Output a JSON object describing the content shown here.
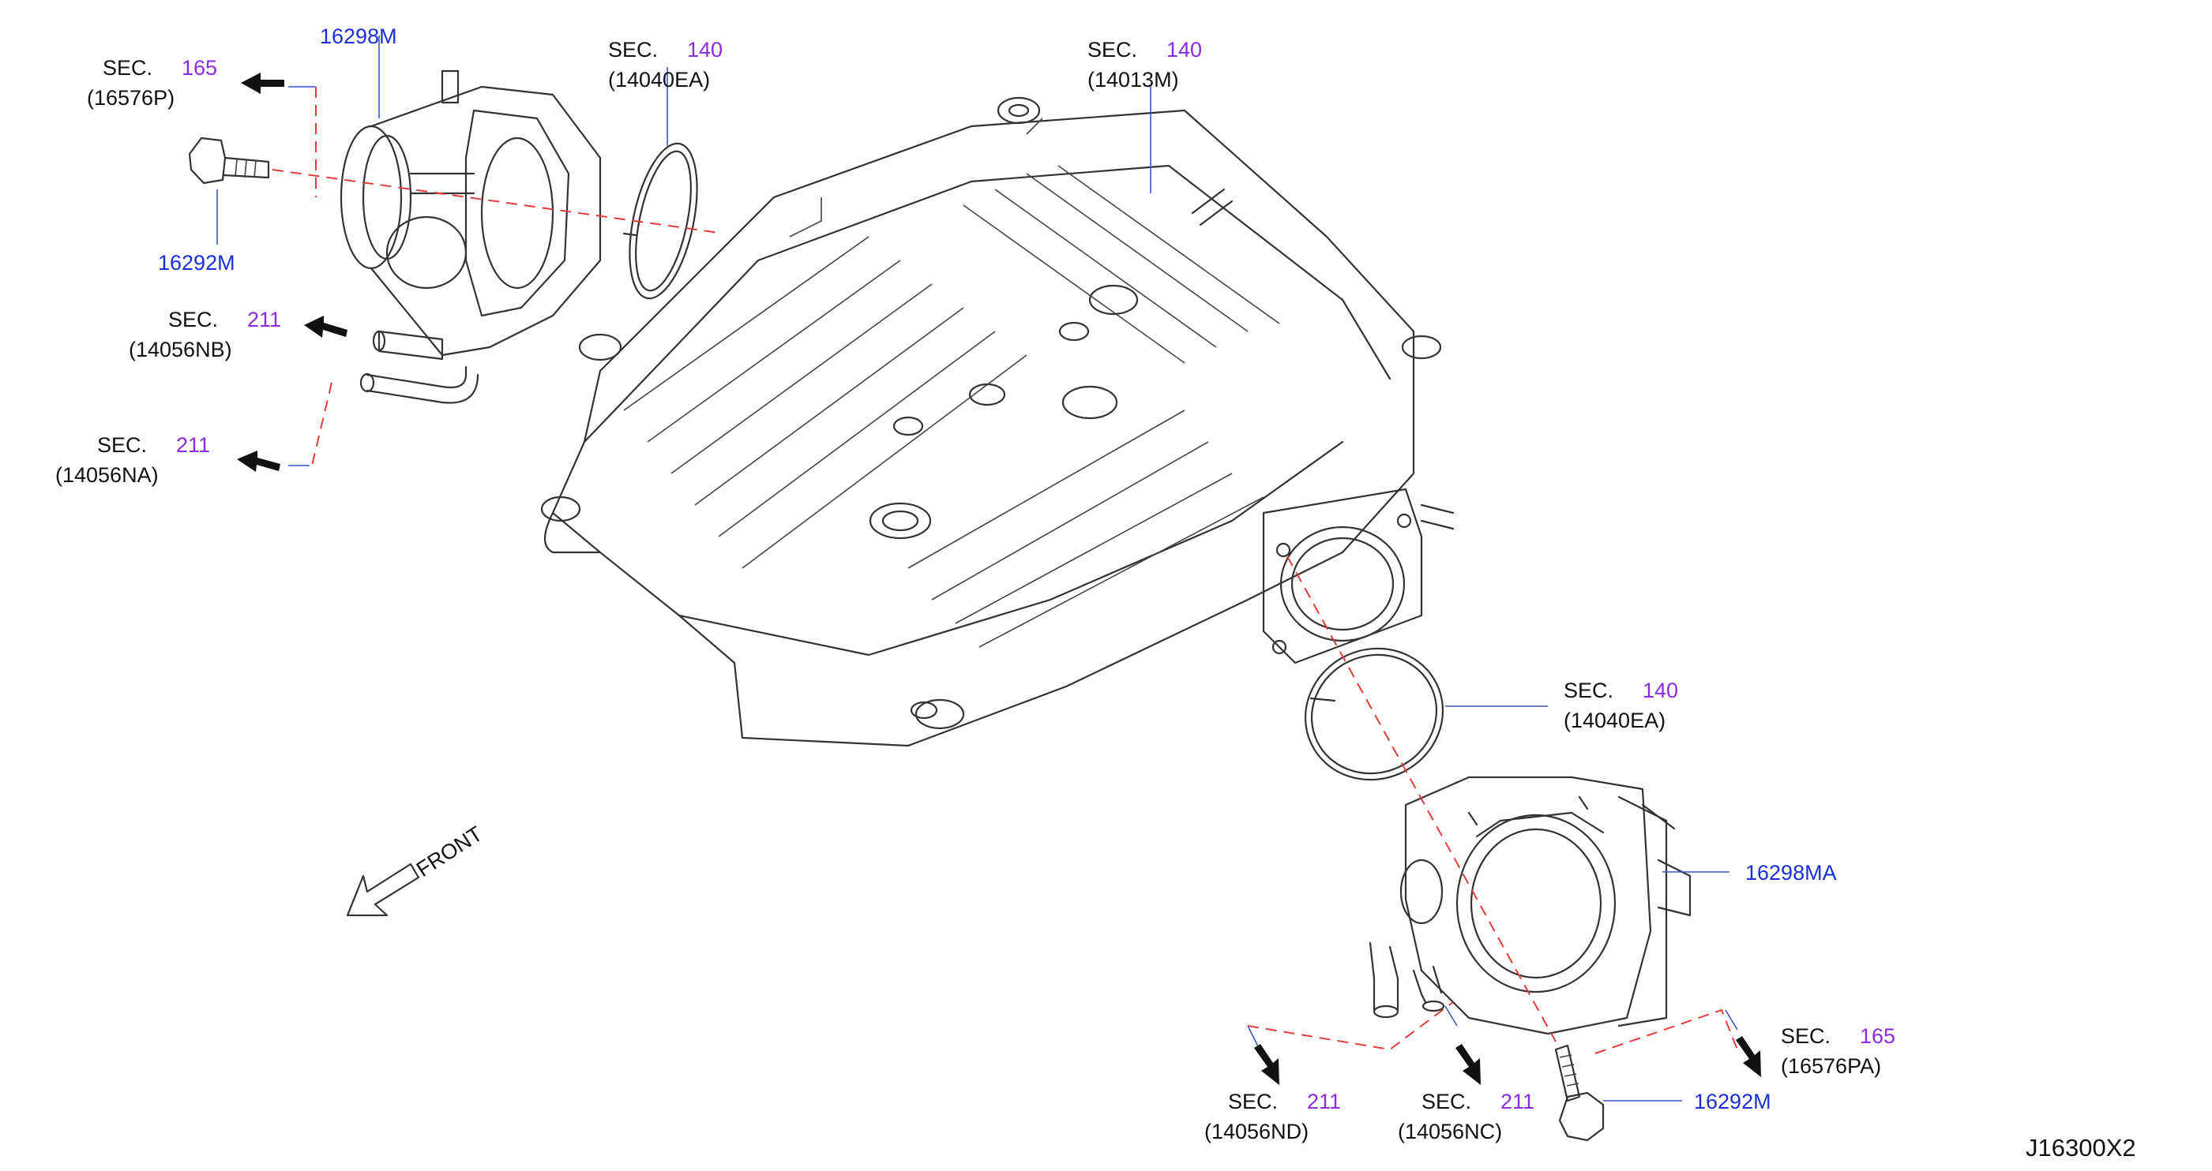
{
  "colors": {
    "part_number": "#1a2fd6",
    "section_number": "#8a2be2",
    "text": "#111111",
    "linework": "#333333",
    "leader_line": "#3a57c9",
    "dashed_alignment": "#e23b3b"
  },
  "parts": {
    "throttle_body_left": "16298M",
    "bolt_left": "16292M",
    "manifold_collector": {
      "sec_label": "SEC.",
      "sec_num": "140",
      "code": "(14013M)"
    },
    "gasket_top": {
      "sec_label": "SEC.",
      "sec_num": "140",
      "code": "(14040EA)"
    },
    "gasket_right": {
      "sec_label": "SEC.",
      "sec_num": "140",
      "code": "(14040EA)"
    },
    "throttle_body_right": "16298MA",
    "bolt_right": "16292M"
  },
  "refs": {
    "sec165_left": {
      "sec_label": "SEC.",
      "sec_num": "165",
      "code": "(16576P)"
    },
    "sec211_nb": {
      "sec_label": "SEC.",
      "sec_num": "211",
      "code": "(14056NB)"
    },
    "sec211_na": {
      "sec_label": "SEC.",
      "sec_num": "211",
      "code": "(14056NA)"
    },
    "sec211_nd": {
      "sec_label": "SEC.",
      "sec_num": "211",
      "code": "(14056ND)"
    },
    "sec211_nc": {
      "sec_label": "SEC.",
      "sec_num": "211",
      "code": "(14056NC)"
    },
    "sec165_right": {
      "sec_label": "SEC.",
      "sec_num": "165",
      "code": "(16576PA)"
    }
  },
  "front_label": "FRONT",
  "diagram_id": "J16300X2"
}
